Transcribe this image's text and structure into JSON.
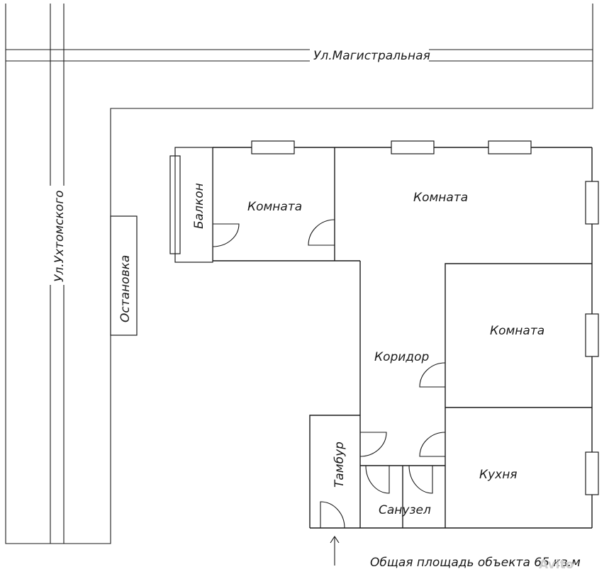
{
  "streets": {
    "main": "Ул.Магистральная",
    "side": "Ул.Ухтомского"
  },
  "bus_stop": "Остановка",
  "rooms": {
    "balcony": "Балкон",
    "room_small": "Комната",
    "room_large": "Комната",
    "room_right": "Комната",
    "corridor": "Коридор",
    "vestibule": "Тамбур",
    "kitchen": "Кухня",
    "bathroom": "Санузел"
  },
  "total_area": "Общая площадь объекта 65 кв.м",
  "watermark": "Avito",
  "colors": {
    "line": "#1a1a1a",
    "background": "#ffffff",
    "watermark": "#cfcfcf"
  }
}
